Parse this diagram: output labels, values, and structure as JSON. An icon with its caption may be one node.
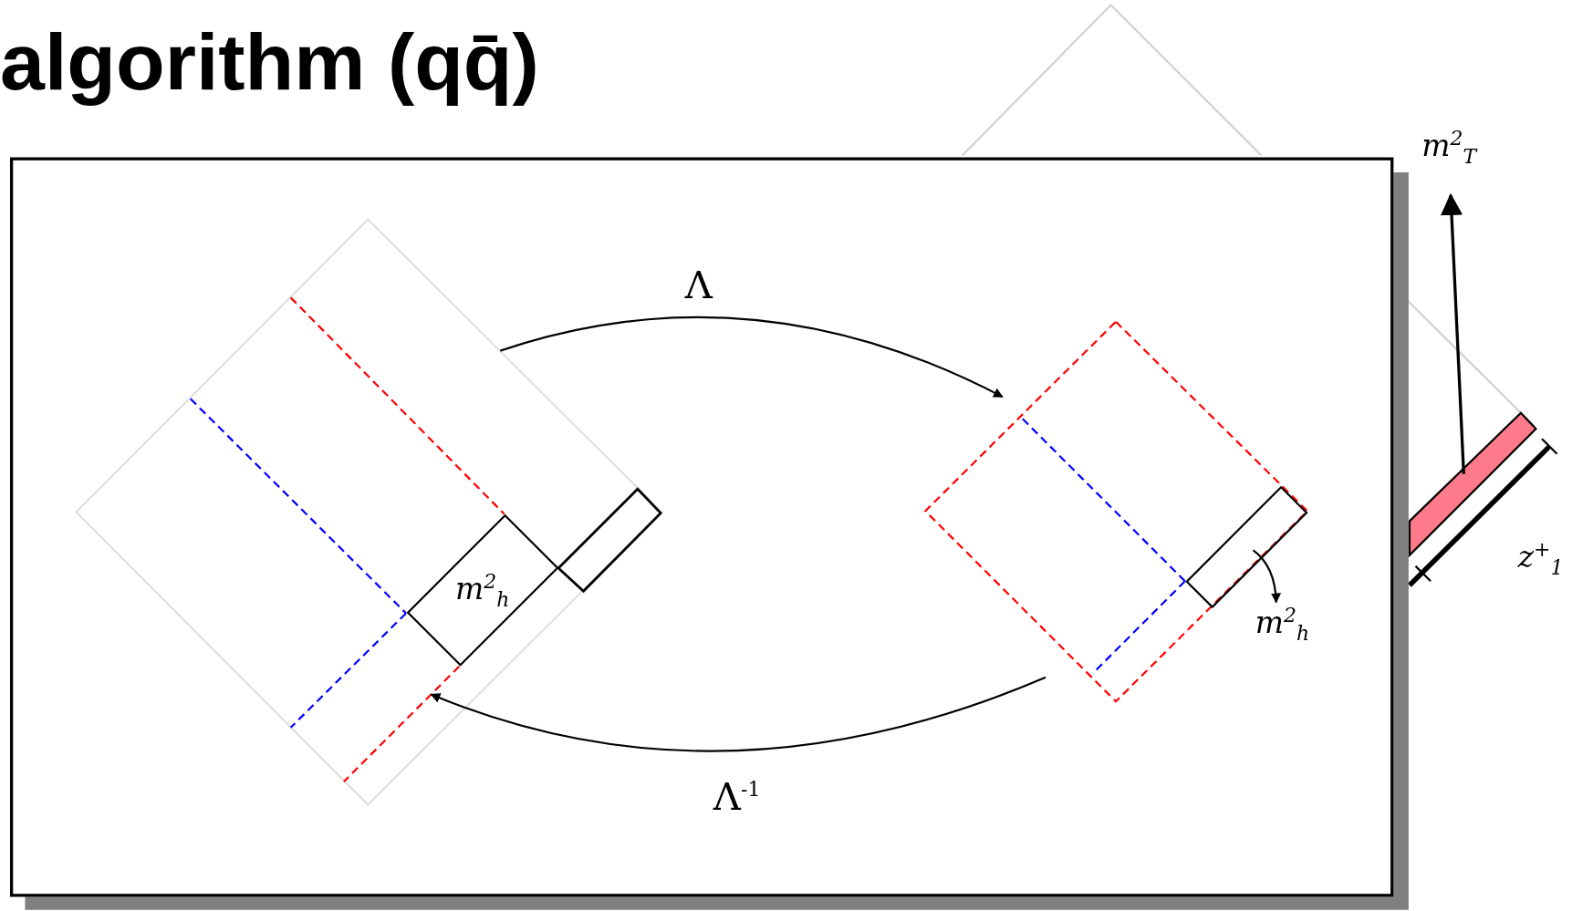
{
  "diagram": {
    "title": "algorithm (qq̄)",
    "nodes": [
      {
        "text": [],
        "shape": "picture"
      },
      {
        "text": [
          "m$^{2}$$_{h}$"
        ],
        "in": 0
      },
      {
        "text": [],
        "shape": "picture"
      },
      {
        "text": [],
        "shape": "box",
        "in": 2
      },
      {
        "text": [
          "m$^{2}$$_{h}$"
        ]
      },
      {
        "text": [],
        "shape": "bar"
      },
      {
        "text": [
          "m$^{2}$$_{T}$"
        ]
      }
    ],
    "edges": [
      {
        "from": 0,
        "to": 2,
        "arrow": "to",
        "label": "Λ"
      },
      {
        "from": 2,
        "to": 0,
        "arrow": "to",
        "label": "Λ$^{-1}$"
      },
      {
        "from": 3,
        "to": 4,
        "arrow": "to"
      },
      {
        "from": 5,
        "to": 6,
        "arrow": "to"
      }
    ],
    "labels": [
      "z$^{+}$$_{1}$"
    ]
  }
}
